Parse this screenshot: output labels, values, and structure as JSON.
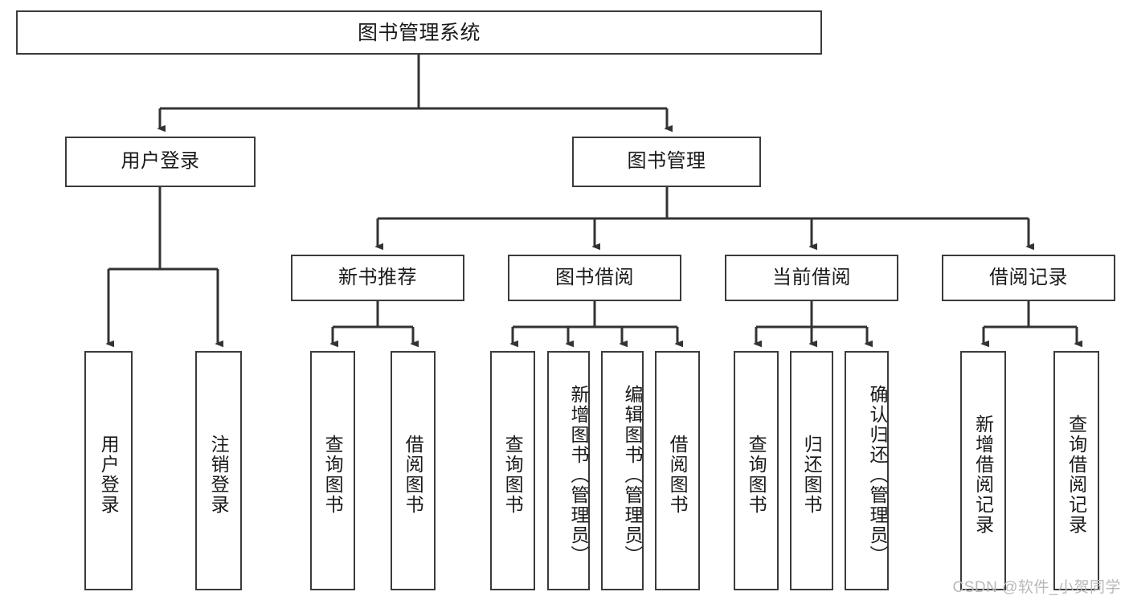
{
  "diagram": {
    "type": "tree-hierarchy",
    "title": "图书管理系统",
    "watermark": "CSDN @软件_小贺同学",
    "colors": {
      "box_border": "#3b3b3b",
      "box_fill": "#ffffff",
      "edge": "#333333",
      "text": "#1a1a1a",
      "watermark": "#b9b9b9",
      "background": "#ffffff"
    },
    "levels": {
      "root": [
        "图书管理系统"
      ],
      "level2": [
        "用户登录",
        "图书管理"
      ],
      "level3": [
        "新书推荐",
        "图书借阅",
        "当前借阅",
        "借阅记录"
      ]
    },
    "nodes": {
      "root": {
        "label": "图书管理系统"
      },
      "user_login": {
        "label": "用户登录"
      },
      "book_manage": {
        "label": "图书管理"
      },
      "new_book_rec": {
        "label": "新书推荐"
      },
      "book_borrow": {
        "label": "图书借阅"
      },
      "current_borrow": {
        "label": "当前借阅"
      },
      "borrow_record": {
        "label": "借阅记录"
      },
      "leaf_user_login": {
        "label": "用户登录"
      },
      "leaf_user_logout": {
        "label": "注销登录"
      },
      "leaf_rec_query": {
        "label": "查询图书"
      },
      "leaf_rec_borrow": {
        "label": "借阅图书"
      },
      "leaf_borrow_query": {
        "label": "查询图书"
      },
      "leaf_borrow_add": {
        "label": "新增图书（管理员）"
      },
      "leaf_borrow_edit": {
        "label": "编辑图书（管理员）"
      },
      "leaf_borrow_lend": {
        "label": "借阅图书"
      },
      "leaf_cur_query": {
        "label": "查询图书"
      },
      "leaf_cur_return": {
        "label": "归还图书"
      },
      "leaf_cur_confirm": {
        "label": "确认归还（管理员）"
      },
      "leaf_rec_add": {
        "label": "新增借阅记录"
      },
      "leaf_rec_search": {
        "label": "查询借阅记录"
      }
    },
    "edges": [
      {
        "from": "root",
        "to": "user_login"
      },
      {
        "from": "root",
        "to": "book_manage"
      },
      {
        "from": "user_login",
        "to": "leaf_user_login"
      },
      {
        "from": "user_login",
        "to": "leaf_user_logout"
      },
      {
        "from": "book_manage",
        "to": "new_book_rec"
      },
      {
        "from": "book_manage",
        "to": "book_borrow"
      },
      {
        "from": "book_manage",
        "to": "current_borrow"
      },
      {
        "from": "book_manage",
        "to": "borrow_record"
      },
      {
        "from": "new_book_rec",
        "to": "leaf_rec_query"
      },
      {
        "from": "new_book_rec",
        "to": "leaf_rec_borrow"
      },
      {
        "from": "book_borrow",
        "to": "leaf_borrow_query"
      },
      {
        "from": "book_borrow",
        "to": "leaf_borrow_add"
      },
      {
        "from": "book_borrow",
        "to": "leaf_borrow_edit"
      },
      {
        "from": "book_borrow",
        "to": "leaf_borrow_lend"
      },
      {
        "from": "current_borrow",
        "to": "leaf_cur_query"
      },
      {
        "from": "current_borrow",
        "to": "leaf_cur_return"
      },
      {
        "from": "current_borrow",
        "to": "leaf_cur_confirm"
      },
      {
        "from": "borrow_record",
        "to": "leaf_rec_add"
      },
      {
        "from": "borrow_record",
        "to": "leaf_rec_search"
      }
    ]
  }
}
